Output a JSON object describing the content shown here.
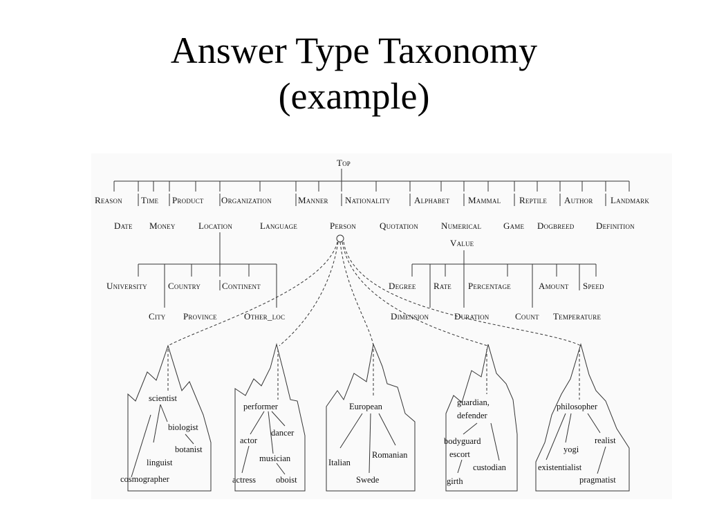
{
  "slide": {
    "title_line1": "Answer Type Taxonomy",
    "title_line2": "(example)"
  },
  "taxonomy": {
    "root": "Top",
    "row1": [
      "Reason",
      "Time",
      "Product",
      "Organization",
      "Manner",
      "Nationality",
      "Alphabet",
      "Mammal",
      "Reptile",
      "Author",
      "Landmark"
    ],
    "row2": [
      "Date",
      "Money",
      "Location",
      "Language",
      "Person",
      "Quotation",
      "Numerical",
      "Game",
      "Dogbreed",
      "Definition"
    ],
    "numerical_value": "Value",
    "location_children_row1": [
      "University",
      "Country",
      "Continent"
    ],
    "location_children_row2": [
      "City",
      "Province",
      "Other_loc"
    ],
    "numerical_children_row1": [
      "Degree",
      "Rate",
      "Percentage",
      "Amount",
      "Speed"
    ],
    "numerical_children_row2": [
      "Dimension",
      "Duration",
      "Count",
      "Temperature"
    ]
  },
  "hierarchies": {
    "scientist": {
      "top": "scientist",
      "nodes": [
        "biologist",
        "botanist",
        "linguist",
        "cosmographer"
      ]
    },
    "performer": {
      "top": "performer",
      "nodes": [
        "dancer",
        "actor",
        "musician",
        "actress",
        "oboist"
      ]
    },
    "european": {
      "top": "European",
      "nodes": [
        "Romanian",
        "Italian",
        "Swede"
      ]
    },
    "guardian": {
      "top_line1": "guardian,",
      "top_line2": "defender",
      "nodes": [
        "bodyguard",
        "escort",
        "custodian",
        "girth"
      ]
    },
    "philosopher": {
      "top": "philosopher",
      "nodes": [
        "realist",
        "yogi",
        "existentialist",
        "pragmatist"
      ]
    }
  }
}
